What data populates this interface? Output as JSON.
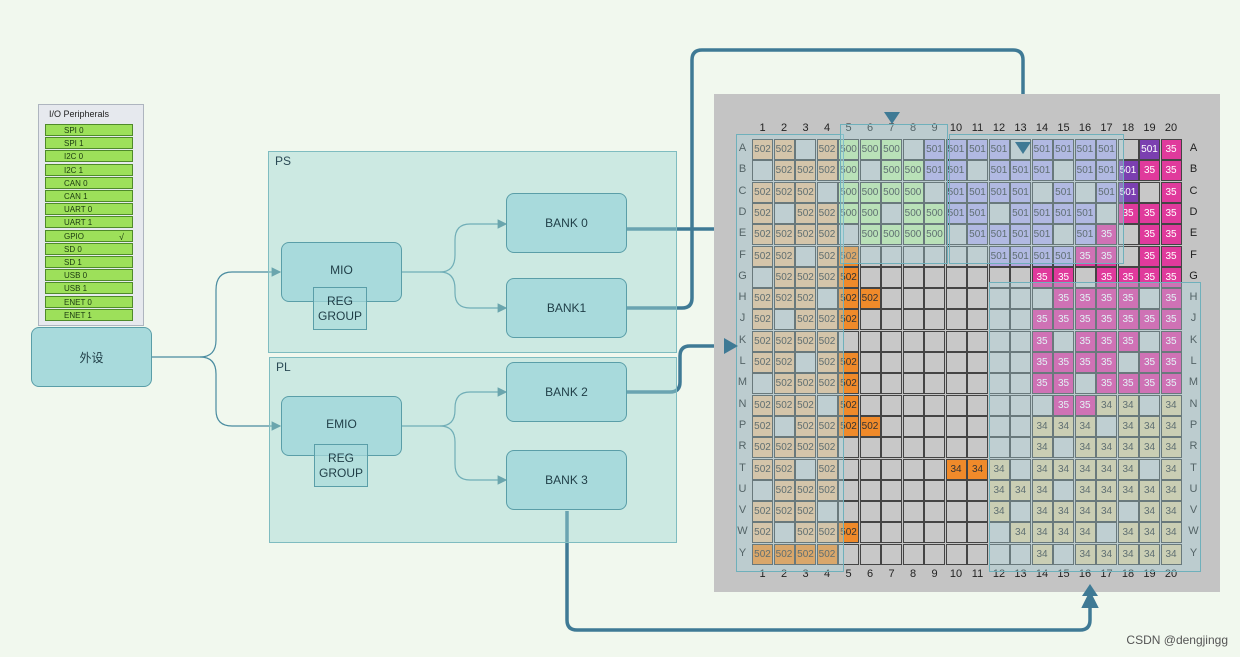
{
  "io_panel": {
    "title": "I/O Peripherals",
    "items": [
      {
        "label": "SPI 0",
        "check": ""
      },
      {
        "label": "SPI 1",
        "check": ""
      },
      {
        "label": "I2C 0",
        "check": ""
      },
      {
        "label": "I2C 1",
        "check": ""
      },
      {
        "label": "CAN 0",
        "check": ""
      },
      {
        "label": "CAN 1",
        "check": ""
      },
      {
        "label": "UART 0",
        "check": ""
      },
      {
        "label": "UART 1",
        "check": ""
      },
      {
        "label": "GPIO",
        "check": "√"
      },
      {
        "label": "SD 0",
        "check": ""
      },
      {
        "label": "SD 1",
        "check": ""
      },
      {
        "label": "USB 0",
        "check": ""
      },
      {
        "label": "USB 1",
        "check": ""
      },
      {
        "label": "ENET 0",
        "check": ""
      },
      {
        "label": "ENET 1",
        "check": ""
      }
    ]
  },
  "peripheral": "外设",
  "ps": {
    "label": "PS",
    "mio": "MIO",
    "reg": "REG GROUP",
    "bank0": "BANK 0",
    "bank1": "BANK1"
  },
  "pl": {
    "label": "PL",
    "emio": "EMIO",
    "reg": "REG GROUP",
    "bank2": "BANK 2",
    "bank3": "BANK 3"
  },
  "package": {
    "cols": [
      "1",
      "2",
      "3",
      "4",
      "5",
      "6",
      "7",
      "8",
      "9",
      "10",
      "11",
      "12",
      "13",
      "14",
      "15",
      "16",
      "17",
      "18",
      "19",
      "20"
    ],
    "rows": [
      "A",
      "B",
      "C",
      "D",
      "E",
      "F",
      "G",
      "H",
      "J",
      "K",
      "L",
      "M",
      "N",
      "P",
      "R",
      "T",
      "U",
      "V",
      "W",
      "Y"
    ],
    "colors": {
      "502": "#e8b88a",
      "500": "#bfe3a0",
      "501": "#b3a6e0",
      "501d": "#7b3fb0",
      "35": "#e03a9c",
      "34": "#d9c69a",
      "502o": "#f08a2a",
      "34o": "#f08a2a",
      "g": "#c8c8c8",
      "e": "#c8c8c8"
    },
    "grid": [
      [
        "502",
        "502",
        "",
        "502",
        "500",
        "500",
        "500",
        "",
        "501",
        "501",
        "501",
        "501",
        "",
        "501",
        "501",
        "501",
        "501",
        "",
        "501d",
        "35"
      ],
      [
        "",
        "502",
        "502",
        "502",
        "500",
        "",
        "500",
        "500",
        "501",
        "501",
        "",
        "501",
        "501",
        "501",
        "",
        "501",
        "501",
        "501d",
        "35",
        "35"
      ],
      [
        "502",
        "502",
        "502",
        "",
        "500",
        "500",
        "500",
        "500",
        "",
        "501",
        "501",
        "501",
        "501",
        "",
        "501",
        "",
        "501",
        "501d",
        "",
        "35"
      ],
      [
        "502",
        "",
        "502",
        "502",
        "500",
        "500",
        "",
        "500",
        "500",
        "501",
        "501",
        "",
        "501",
        "501",
        "501",
        "501",
        "",
        "35",
        "35",
        "35"
      ],
      [
        "502",
        "502",
        "502",
        "502",
        "",
        "500",
        "500",
        "500",
        "500",
        "",
        "501",
        "501",
        "501",
        "501",
        "",
        "501",
        "35",
        "",
        "35",
        "35"
      ],
      [
        "502",
        "502",
        "",
        "502",
        "502o",
        "g",
        "g",
        "g",
        "g",
        "g",
        "g",
        "501",
        "501",
        "501",
        "501",
        "35",
        "35",
        "",
        "35",
        "35"
      ],
      [
        "",
        "502",
        "502",
        "502",
        "502o",
        "g",
        "g",
        "g",
        "g",
        "g",
        "g",
        "",
        "",
        "35",
        "35",
        "",
        "35",
        "35",
        "35",
        "35"
      ],
      [
        "502",
        "502",
        "502",
        "",
        "502o",
        "502o",
        "g",
        "g",
        "g",
        "g",
        "g",
        "",
        "",
        "",
        "35",
        "35",
        "35",
        "35",
        "",
        "35"
      ],
      [
        "502",
        "",
        "502",
        "502",
        "502o",
        "g",
        "g",
        "g",
        "g",
        "g",
        "g",
        "",
        "",
        "35",
        "35",
        "35",
        "35",
        "35",
        "35",
        "35"
      ],
      [
        "502",
        "502",
        "502",
        "502",
        "g",
        "g",
        "g",
        "g",
        "g",
        "g",
        "g",
        "",
        "",
        "35",
        "",
        "35",
        "35",
        "35",
        "",
        "35"
      ],
      [
        "502",
        "502",
        "",
        "502",
        "502o",
        "g",
        "g",
        "g",
        "g",
        "g",
        "g",
        "",
        "",
        "35",
        "35",
        "35",
        "35",
        "",
        "35",
        "35"
      ],
      [
        "",
        "502",
        "502",
        "502",
        "502o",
        "g",
        "g",
        "g",
        "g",
        "g",
        "g",
        "",
        "",
        "35",
        "35",
        "",
        "35",
        "35",
        "35",
        "35"
      ],
      [
        "502",
        "502",
        "502",
        "",
        "502o",
        "g",
        "g",
        "g",
        "g",
        "g",
        "g",
        "",
        "",
        "",
        "35",
        "35",
        "34",
        "34",
        "",
        "34"
      ],
      [
        "502",
        "",
        "502",
        "502",
        "502o",
        "502o",
        "g",
        "g",
        "g",
        "g",
        "g",
        "",
        "",
        "34",
        "34",
        "34",
        "",
        "34",
        "34",
        "34"
      ],
      [
        "502",
        "502",
        "502",
        "502",
        "g",
        "g",
        "g",
        "g",
        "g",
        "g",
        "g",
        "",
        "",
        "34",
        "",
        "34",
        "34",
        "34",
        "34",
        "34"
      ],
      [
        "502",
        "502",
        "",
        "502",
        "g",
        "g",
        "g",
        "g",
        "g",
        "34o",
        "34o",
        "34",
        "",
        "34",
        "34",
        "34",
        "34",
        "34",
        "",
        "34"
      ],
      [
        "",
        "502",
        "502",
        "502",
        "g",
        "g",
        "g",
        "g",
        "g",
        "g",
        "g",
        "34",
        "34",
        "34",
        "",
        "34",
        "34",
        "34",
        "34",
        "34"
      ],
      [
        "502",
        "502",
        "502",
        "",
        "g",
        "g",
        "g",
        "g",
        "g",
        "g",
        "g",
        "34",
        "",
        "34",
        "34",
        "34",
        "34",
        "",
        "34",
        "34"
      ],
      [
        "502",
        "",
        "502",
        "502",
        "502o",
        "g",
        "g",
        "g",
        "g",
        "g",
        "g",
        "",
        "34",
        "34",
        "34",
        "34",
        "",
        "34",
        "34",
        "34"
      ],
      [
        "502o",
        "502o",
        "502o",
        "502o",
        "g",
        "g",
        "g",
        "g",
        "g",
        "g",
        "g",
        "",
        "",
        "34",
        "",
        "34",
        "34",
        "34",
        "34",
        "34"
      ]
    ]
  },
  "watermark": "CSDN @dengjingg"
}
